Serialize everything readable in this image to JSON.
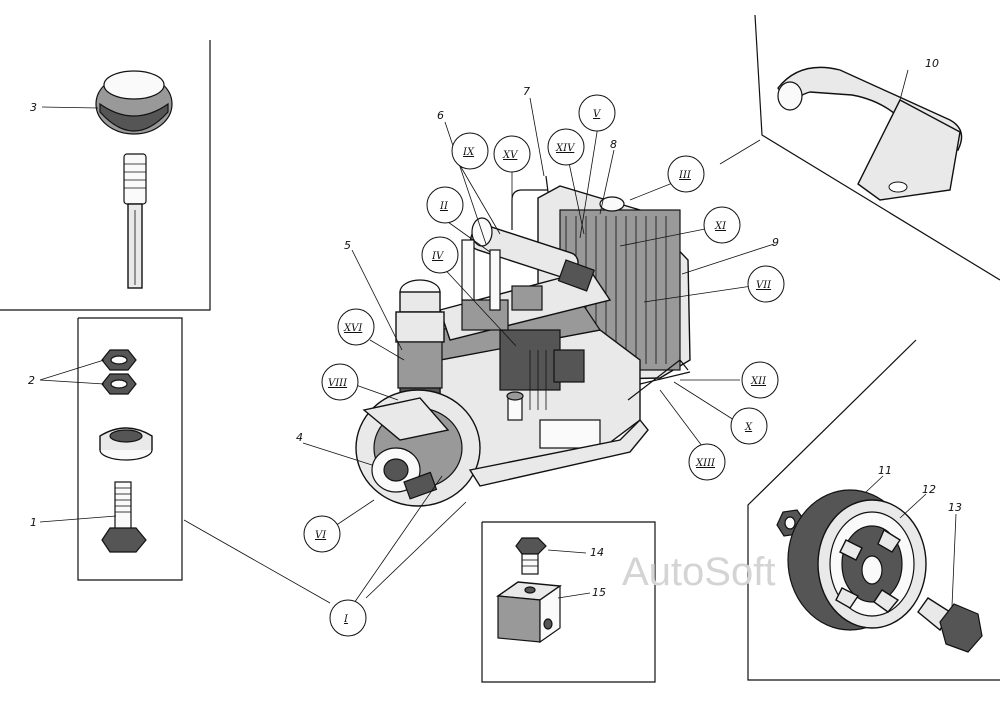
{
  "callouts": {
    "num_1": "1",
    "num_2": "2",
    "num_3": "3",
    "num_4": "4",
    "num_5": "5",
    "num_6": "6",
    "num_7": "7",
    "num_8": "8",
    "num_9": "9",
    "num_10": "10",
    "num_11": "11",
    "num_12": "12",
    "num_13": "13",
    "num_14": "14",
    "num_15": "15"
  },
  "roman": {
    "r1": "I",
    "r2": "II",
    "r3": "III",
    "r4": "IV",
    "r5": "V",
    "r6": "VI",
    "r7": "VII",
    "r8": "VIII",
    "r9": "IX",
    "r10": "X",
    "r11": "XI",
    "r12": "XII",
    "r13": "XIII",
    "r14": "XIV",
    "r15": "XV",
    "r16": "XVI"
  },
  "watermark": "AutoSoft"
}
